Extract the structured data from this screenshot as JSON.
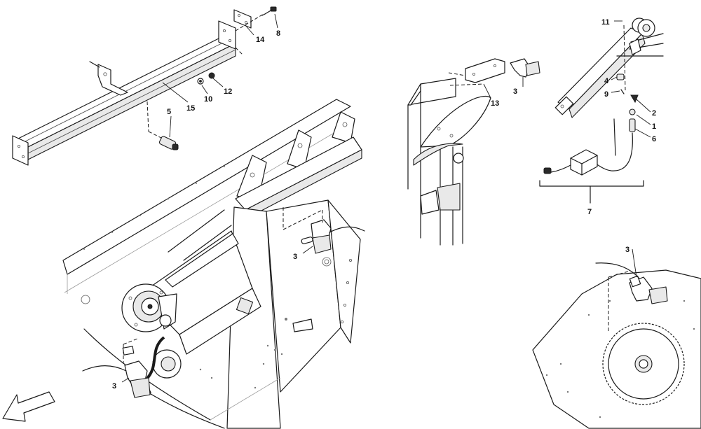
{
  "diagram": {
    "callouts": [
      {
        "id": "c14",
        "text": "14"
      },
      {
        "id": "c8",
        "text": "8"
      },
      {
        "id": "c12",
        "text": "12"
      },
      {
        "id": "c10",
        "text": "10"
      },
      {
        "id": "c15",
        "text": "15"
      },
      {
        "id": "c5",
        "text": "5"
      },
      {
        "id": "c13",
        "text": "13"
      },
      {
        "id": "c3a",
        "text": "3"
      },
      {
        "id": "c3b",
        "text": "3"
      },
      {
        "id": "c3c",
        "text": "3"
      },
      {
        "id": "c3d",
        "text": "3"
      },
      {
        "id": "c11",
        "text": "11"
      },
      {
        "id": "c4",
        "text": "4"
      },
      {
        "id": "c9",
        "text": "9"
      },
      {
        "id": "c2",
        "text": "2"
      },
      {
        "id": "c1",
        "text": "1"
      },
      {
        "id": "c6",
        "text": "6"
      },
      {
        "id": "c7",
        "text": "7"
      }
    ]
  }
}
